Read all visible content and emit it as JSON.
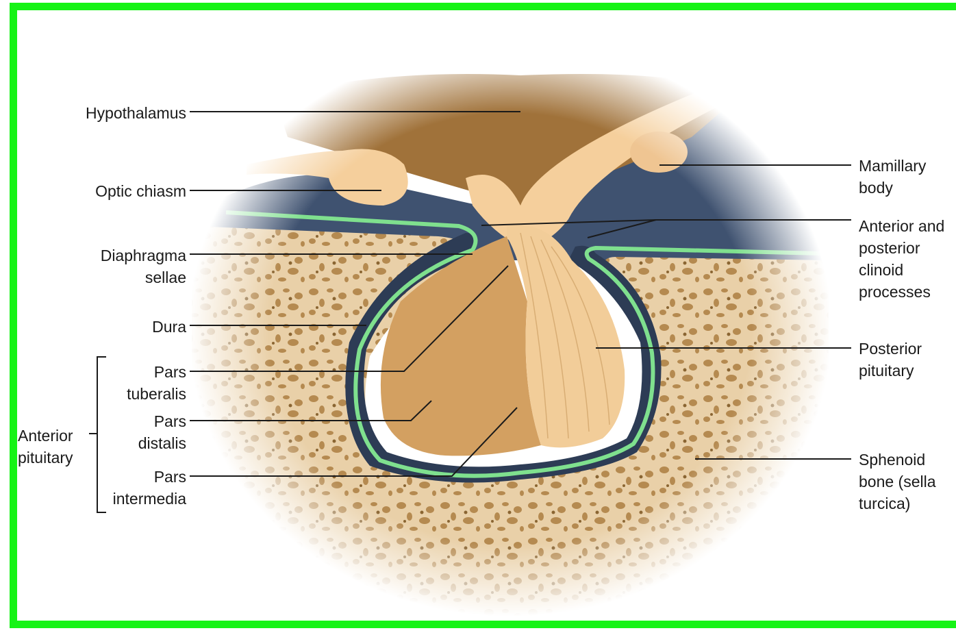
{
  "labels": {
    "hypothalamus": "Hypothalamus",
    "optic_chiasm": "Optic chiasm",
    "diaphragma_1": "Diaphragma",
    "diaphragma_2": "sellae",
    "dura": "Dura",
    "pars_tuberalis_1": "Pars",
    "pars_tuberalis_2": "tuberalis",
    "pars_distalis_1": "Pars",
    "pars_distalis_2": "distalis",
    "pars_intermedia_1": "Pars",
    "pars_intermedia_2": "intermedia",
    "anterior_pituitary_1": "Anterior",
    "anterior_pituitary_2": "pituitary",
    "mamillary_1": "Mamillary",
    "mamillary_2": "body",
    "clinoid_1": "Anterior and",
    "clinoid_2": "posterior",
    "clinoid_3": "clinoid",
    "clinoid_4": "processes",
    "posterior_pituitary_1": "Posterior",
    "posterior_pituitary_2": "pituitary",
    "sphenoid_1": "Sphenoid",
    "sphenoid_2": "bone (sella",
    "sphenoid_3": "turcica)"
  },
  "colors": {
    "frame": "#16f316",
    "hypothalamus": "#a0723a",
    "neural_tissue": "#f5cf9c",
    "csf_space": "#3f5270",
    "dura": "#2d3c55",
    "diaphragma": "#7fe08e",
    "bone": "#e9d0a8",
    "bone_cavity": "#b58a50",
    "pars_distalis": "#d3a061",
    "posterior_pituitary": "#f2cd99",
    "leader_line": "#1a1a1a"
  }
}
